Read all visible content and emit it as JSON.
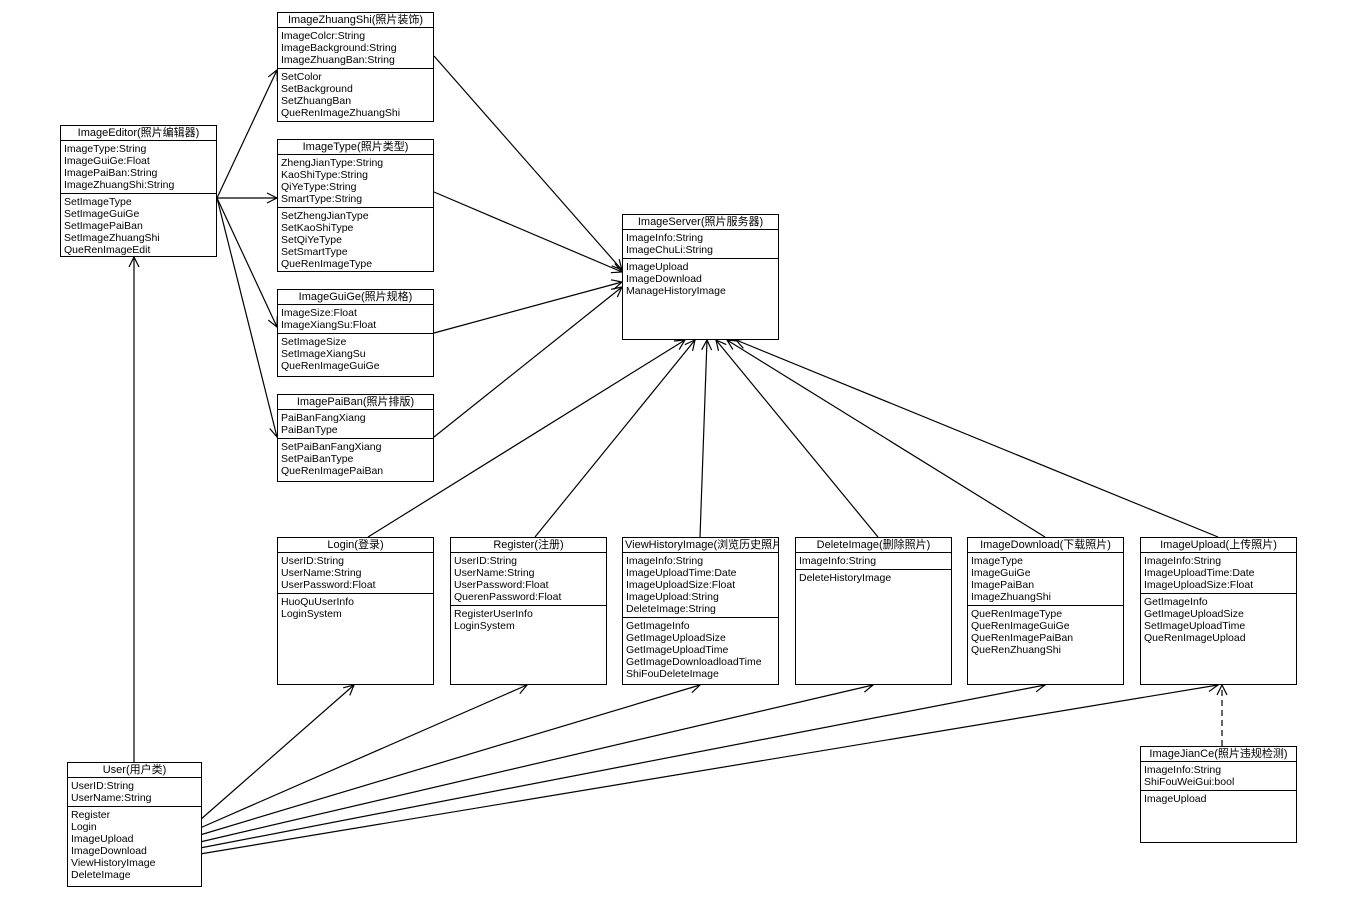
{
  "classes": {
    "ImageEditor": {
      "title": "ImageEditor(照片编辑器)",
      "attributes": [
        "ImageType:String",
        "ImageGuiGe:Float",
        "ImagePaiBan:String",
        "ImageZhuangShi:String"
      ],
      "methods": [
        "SetImageType",
        "SetImageGuiGe",
        "SetImagePaiBan",
        "SetImageZhuangShi",
        "QueRenImageEdit"
      ]
    },
    "ImageZhuangShi": {
      "title": "ImageZhuangShi(照片装饰)",
      "attributes": [
        "ImageColcr:String",
        "ImageBackground:String",
        "ImageZhuangBan:String"
      ],
      "methods": [
        "SetColor",
        "SetBackground",
        "SetZhuangBan",
        "QueRenImageZhuangShi"
      ]
    },
    "ImageType": {
      "title": "ImageType(照片类型)",
      "attributes": [
        "ZhengJianType:String",
        "KaoShiType:String",
        "QiYeType:String",
        "SmartType:String"
      ],
      "methods": [
        "SetZhengJianType",
        "SetKaoShiType",
        "SetQiYeType",
        "SetSmartType",
        "QueRenImageType"
      ]
    },
    "ImageGuiGe": {
      "title": "ImageGuiGe(照片规格)",
      "attributes": [
        "ImageSize:Float",
        "ImageXiangSu:Float"
      ],
      "methods": [
        "SetImageSize",
        "SetImageXiangSu",
        "QueRenImageGuiGe"
      ]
    },
    "ImagePaiBan": {
      "title": "ImagePaiBan(照片排版)",
      "attributes": [
        "PaiBanFangXiang",
        "PaiBanType"
      ],
      "methods": [
        "SetPaiBanFangXiang",
        "SetPaiBanType",
        "QueRenImagePaiBan"
      ]
    },
    "ImageServer": {
      "title": "ImageServer(照片服务器)",
      "attributes": [
        "ImageInfo:String",
        "ImageChuLi:String"
      ],
      "methods": [
        "ImageUpload",
        "ImageDownload",
        "ManageHistoryImage"
      ]
    },
    "Login": {
      "title": "Login(登录)",
      "attributes": [
        "UserID:String",
        "UserName:String",
        "UserPassword:Float"
      ],
      "methods": [
        "HuoQuUserInfo",
        "LoginSystem"
      ]
    },
    "Register": {
      "title": "Register(注册)",
      "attributes": [
        "UserID:String",
        "UserName:String",
        "UserPassword:Float",
        "QuerenPassword:Float"
      ],
      "methods": [
        "RegisterUserInfo",
        "LoginSystem"
      ]
    },
    "ViewHistoryImage": {
      "title": "ViewHistoryImage(浏览历史照片)",
      "attributes": [
        "ImageInfo:String",
        "ImageUploadTime:Date",
        "ImageUploadSize:Float",
        "ImageUpload:String",
        "DeleteImage:String"
      ],
      "methods": [
        "GetImageInfo",
        "GetImageUploadSize",
        "GetImageUploadTime",
        "GetImageDownloadloadTime",
        "ShiFouDeleteImage"
      ]
    },
    "DeleteImage": {
      "title": "DeleteImage(删除照片)",
      "attributes": [
        "ImageInfo:String"
      ],
      "methods": [
        "DeleteHistoryImage"
      ]
    },
    "ImageDownload": {
      "title": "ImageDownload(下载照片)",
      "attributes": [
        "ImageType",
        "ImageGuiGe",
        "ImagePaiBan",
        "ImageZhuangShi"
      ],
      "methods": [
        "QueRenImageType",
        "QueRenImageGuiGe",
        "QueRenImagePaiBan",
        "QueRenZhuangShi"
      ]
    },
    "ImageUpload": {
      "title": "ImageUpload(上传照片)",
      "attributes": [
        "ImageInfo:String",
        "ImageUploadTime:Date",
        "ImageUploadSize:Float"
      ],
      "methods": [
        "GetImageInfo",
        "GetImageUploadSize",
        "SetImageUploadTime",
        "QueRenImageUpload"
      ]
    },
    "ImageJianCe": {
      "title": "ImageJianCe(照片违规检测)",
      "attributes": [
        "ImageInfo:String",
        "ShiFouWeiGui:bool"
      ],
      "methods": [
        "ImageUpload"
      ]
    },
    "User": {
      "title": "User(用户类)",
      "attributes": [
        "UserID:String",
        "UserName:String"
      ],
      "methods": [
        "Register",
        "Login",
        "ImageUpload",
        "ImageDownload",
        "ViewHistoryImage",
        "DeleteImage"
      ]
    }
  },
  "relations": [
    {
      "from": "ImageEditor",
      "to": "ImageZhuangShi",
      "style": "solid"
    },
    {
      "from": "ImageEditor",
      "to": "ImageType",
      "style": "solid"
    },
    {
      "from": "ImageEditor",
      "to": "ImageGuiGe",
      "style": "solid"
    },
    {
      "from": "ImageEditor",
      "to": "ImagePaiBan",
      "style": "solid"
    },
    {
      "from": "ImageZhuangShi",
      "to": "ImageServer",
      "style": "solid"
    },
    {
      "from": "ImageType",
      "to": "ImageServer",
      "style": "solid"
    },
    {
      "from": "ImageGuiGe",
      "to": "ImageServer",
      "style": "solid"
    },
    {
      "from": "ImagePaiBan",
      "to": "ImageServer",
      "style": "solid"
    },
    {
      "from": "Login",
      "to": "ImageServer",
      "style": "solid"
    },
    {
      "from": "Register",
      "to": "ImageServer",
      "style": "solid"
    },
    {
      "from": "ViewHistoryImage",
      "to": "ImageServer",
      "style": "solid"
    },
    {
      "from": "DeleteImage",
      "to": "ImageServer",
      "style": "solid"
    },
    {
      "from": "ImageDownload",
      "to": "ImageServer",
      "style": "solid"
    },
    {
      "from": "ImageUpload",
      "to": "ImageServer",
      "style": "solid"
    },
    {
      "from": "User",
      "to": "ImageEditor",
      "style": "solid"
    },
    {
      "from": "User",
      "to": "Login",
      "style": "solid"
    },
    {
      "from": "User",
      "to": "Register",
      "style": "solid"
    },
    {
      "from": "User",
      "to": "ViewHistoryImage",
      "style": "solid"
    },
    {
      "from": "User",
      "to": "DeleteImage",
      "style": "solid"
    },
    {
      "from": "User",
      "to": "ImageDownload",
      "style": "solid"
    },
    {
      "from": "User",
      "to": "ImageUpload",
      "style": "solid"
    },
    {
      "from": "ImageJianCe",
      "to": "ImageUpload",
      "style": "dashed"
    }
  ]
}
